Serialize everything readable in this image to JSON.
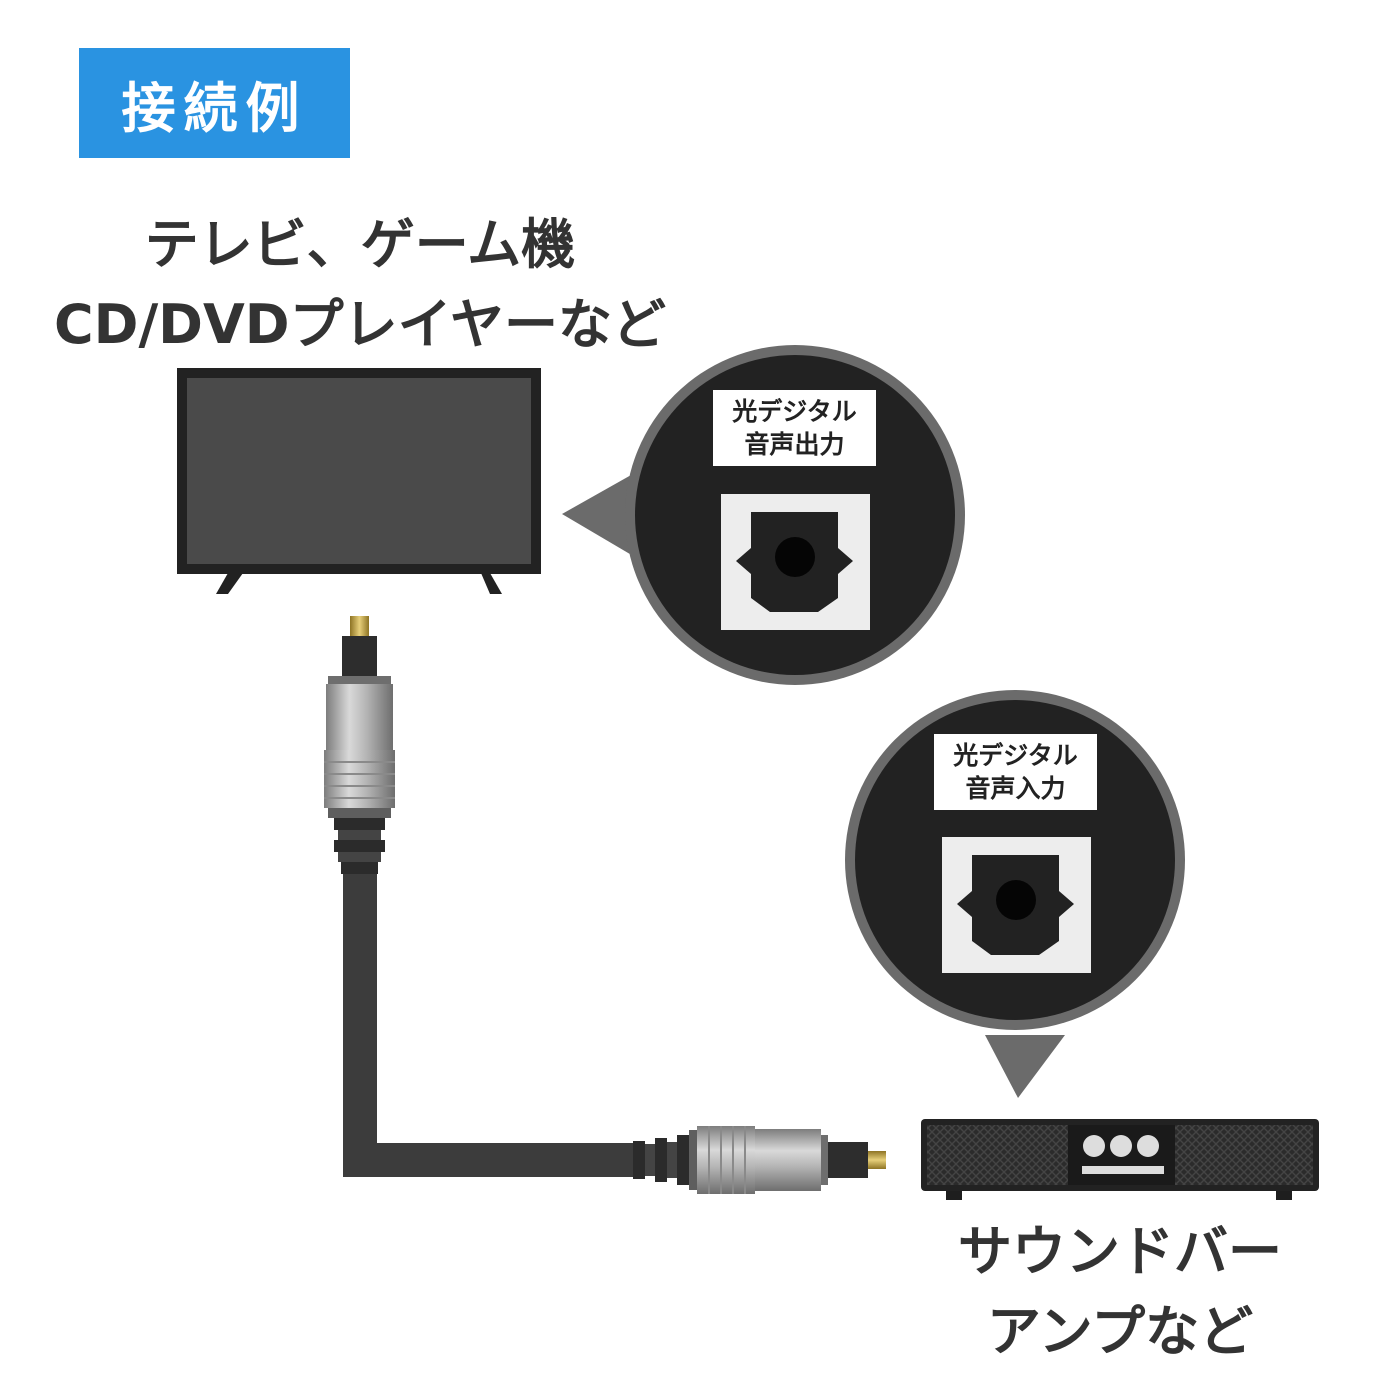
{
  "header": {
    "title": "接続例"
  },
  "source": {
    "line1": "テレビ、ゲーム機",
    "line2": "CD/DVDプレイヤーなど"
  },
  "destination": {
    "line1": "サウンドバー",
    "line2": "アンプなど"
  },
  "ports": {
    "output": {
      "line1": "光デジタル",
      "line2": "音声出力"
    },
    "input": {
      "line1": "光デジタル",
      "line2": "音声入力"
    }
  },
  "colors": {
    "badge": "#2a93e1",
    "device_dark": "#222222",
    "tv_screen": "#4a4a4a",
    "bubble_ring": "#6b6b6b",
    "cable": "#3c3c3c",
    "connector_metal": "#a9a9a9",
    "ferrule_gold": "#c9a94a"
  },
  "icons": [
    "tv-icon",
    "soundbar-icon",
    "optical-port-icon",
    "toslink-plug-icon"
  ]
}
